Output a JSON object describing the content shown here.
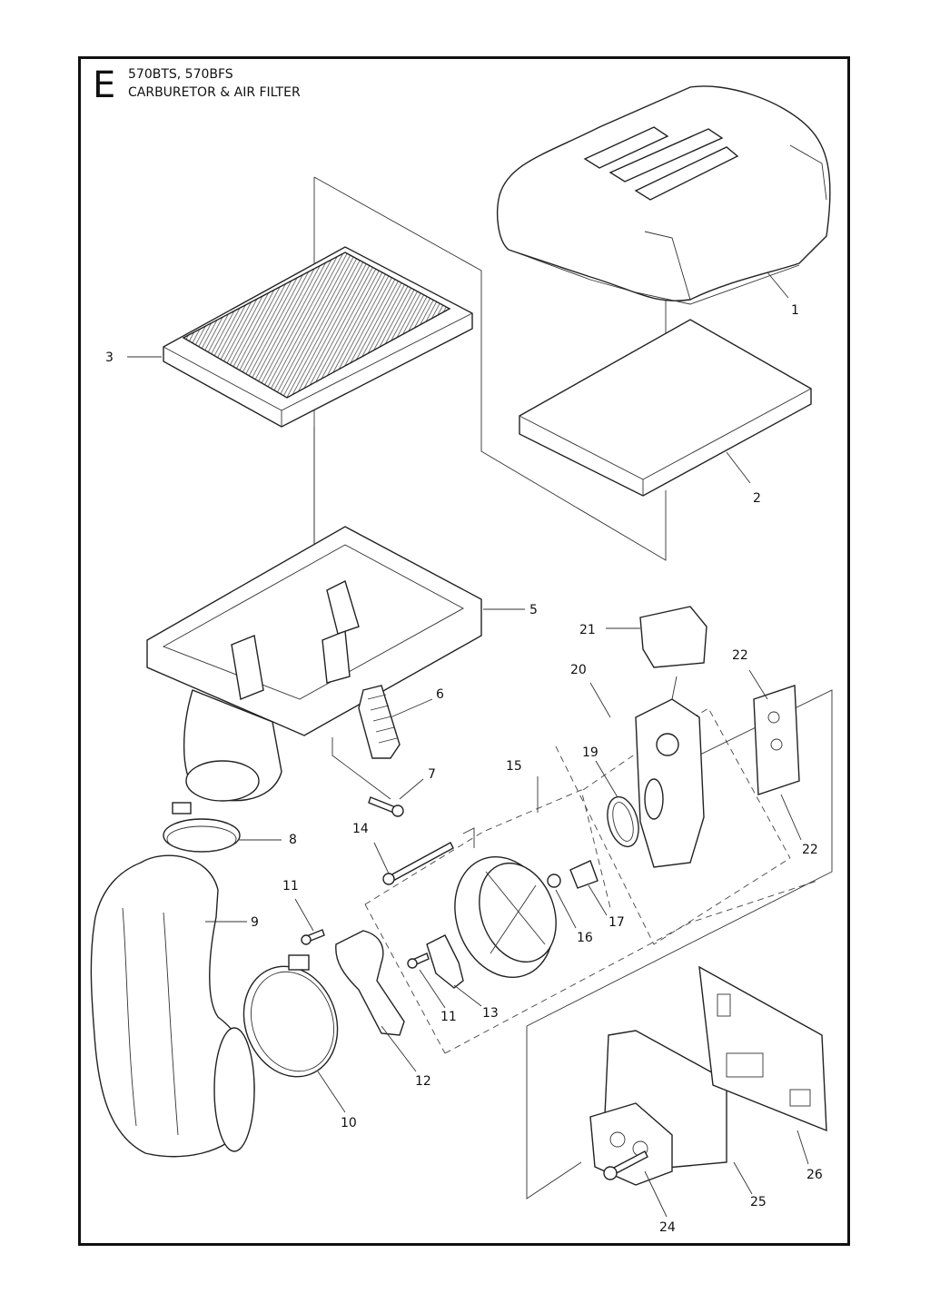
{
  "header": {
    "section_letter": "E",
    "models": "570BTS, 570BFS",
    "title": "CARBURETOR & AIR FILTER"
  },
  "callouts": [
    "1",
    "2",
    "3",
    "5",
    "6",
    "7",
    "8",
    "9",
    "10",
    "11",
    "11",
    "12",
    "13",
    "14",
    "15",
    "16",
    "17",
    "19",
    "20",
    "21",
    "22",
    "22",
    "24",
    "25",
    "26"
  ],
  "icons": [
    "air-filter-cover-icon",
    "filter-pad-icon",
    "air-filter-element-icon",
    "filter-housing-icon",
    "hose-clamp-icon",
    "intake-elbow-icon",
    "carburetor-icon",
    "adapter-icon",
    "gasket-icon",
    "screw-icon"
  ]
}
